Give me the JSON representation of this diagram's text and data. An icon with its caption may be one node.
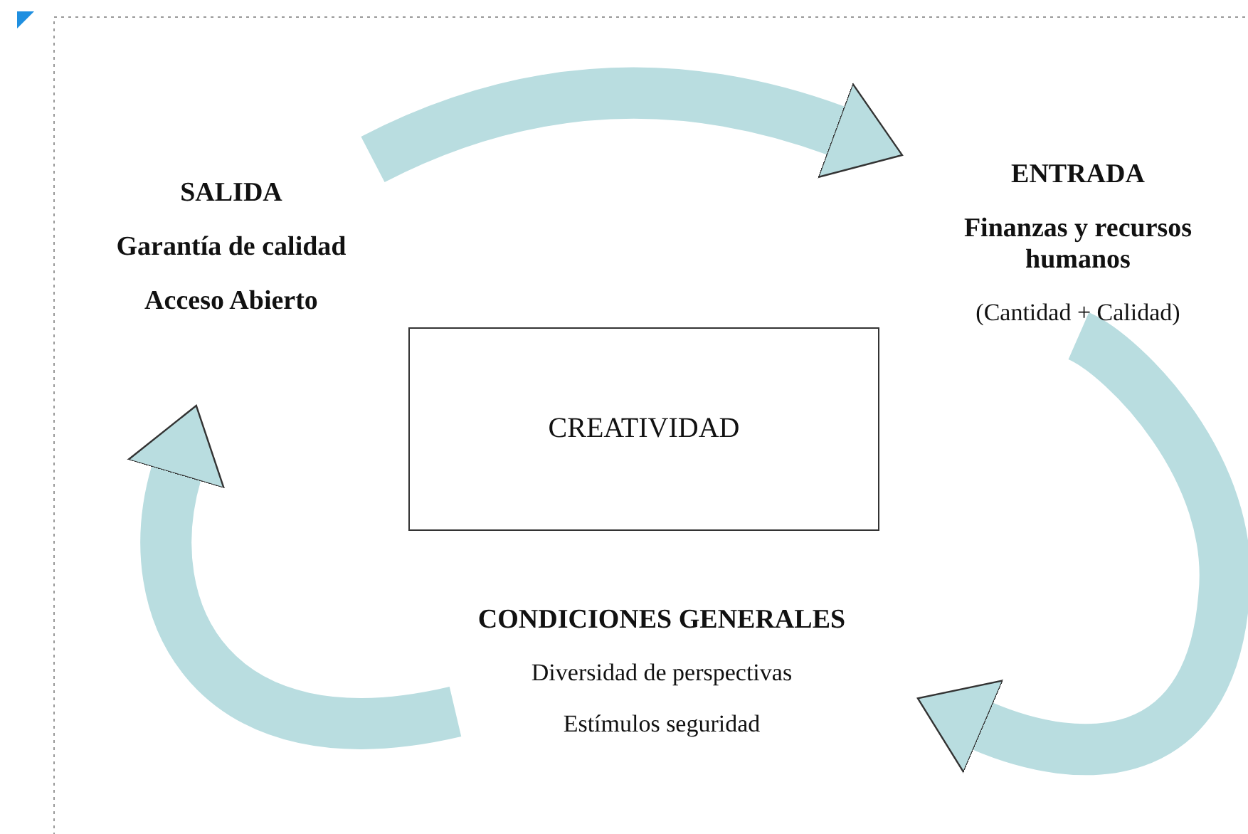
{
  "diagram": {
    "nodes": [
      {
        "text": [
          "SALIDA",
          "Garantía de calidad",
          "Acceso Abierto"
        ]
      },
      {
        "text": [
          "ENTRADA",
          "Finanzas y recursos humanos",
          "(Cantidad + Calidad)"
        ]
      },
      {
        "text": [
          "CREATIVIDAD"
        ]
      },
      {
        "text": [
          "CONDICIONES GENERALES",
          "Diversidad de perspectivas",
          "Estímulos seguridad"
        ]
      }
    ],
    "edges": [
      {
        "from": 0,
        "to": 1,
        "arrow": "to"
      },
      {
        "from": 1,
        "to": 3,
        "arrow": "to"
      },
      {
        "from": 3,
        "to": 0,
        "arrow": "to"
      }
    ]
  }
}
